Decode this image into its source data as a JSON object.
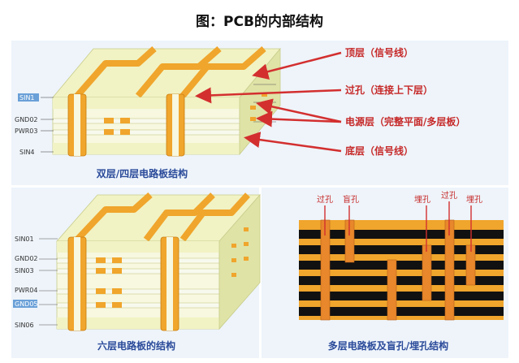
{
  "title": "图：PCB的内部结构",
  "top_diagram": {
    "layer_labels": [
      "SIN1",
      "GND02",
      "PWR03",
      "SIN4"
    ],
    "caption": "双层/四层电路板结构",
    "callouts": [
      "顶层（信号线）",
      "过孔（连接上下层）",
      "电源层（完整平面/多层板）",
      "底层（信号线）"
    ]
  },
  "bottom_left": {
    "layer_labels": [
      "SIN01",
      "GND02",
      "SIN03",
      "PWR04",
      "GND05",
      "SIN06"
    ],
    "caption": "六层电路板的结构"
  },
  "bottom_right": {
    "via_labels": [
      "过孔",
      "盲孔",
      "埋孔",
      "过孔",
      "埋孔"
    ],
    "caption": "多层电路板及盲孔/埋孔结构"
  },
  "colors": {
    "substrate": "#f1f3c4",
    "substrate_side": "#dfe3a6",
    "copper": "#f0a52c",
    "copper_dark": "#c97e12",
    "arrow_red": "#d32f2f",
    "layer_black": "#111111",
    "caption_blue": "#2a4a9a"
  }
}
